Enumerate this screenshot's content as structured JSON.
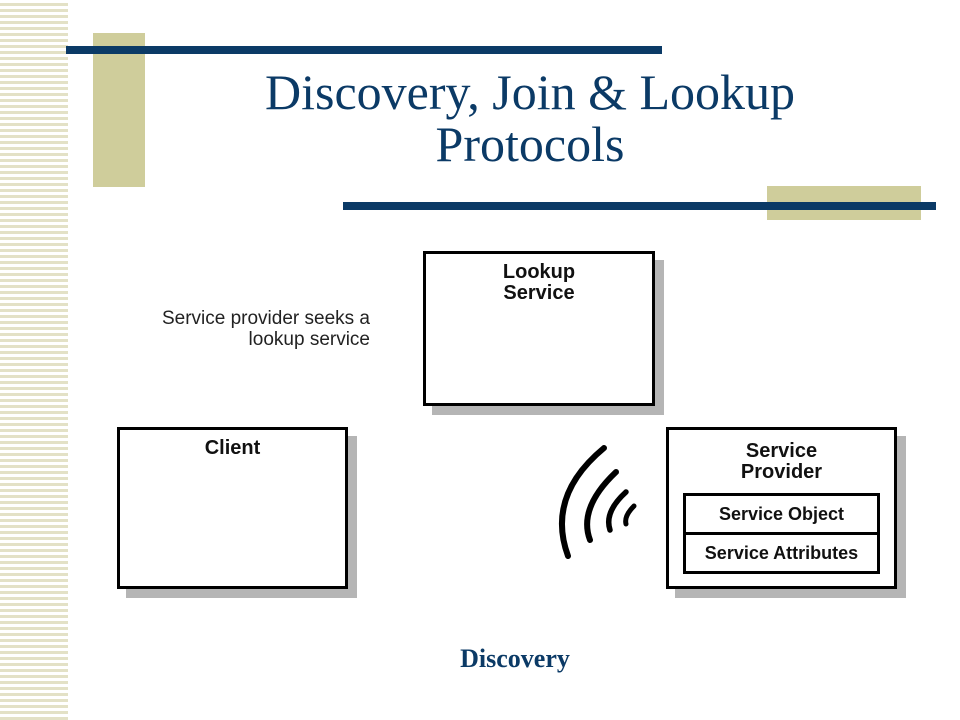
{
  "title": {
    "line1": "Discovery, Join & Lookup",
    "line2": "Protocols"
  },
  "diagram": {
    "note": {
      "line1": "Service provider seeks a",
      "line2": "lookup service"
    },
    "lookup_service": {
      "line1": "Lookup",
      "line2": "Service"
    },
    "client": {
      "label": "Client"
    },
    "service_provider": {
      "line1": "Service",
      "line2": "Provider",
      "service_object": "Service Object",
      "service_attributes": "Service Attributes"
    },
    "signal_icon": "signal-waves-icon"
  },
  "caption": "Discovery",
  "colors": {
    "title": "#0b3a66",
    "accent_bar": "#0b3a66",
    "accent_block": "#cfcd9b",
    "stripe": "#e3e1c6"
  }
}
